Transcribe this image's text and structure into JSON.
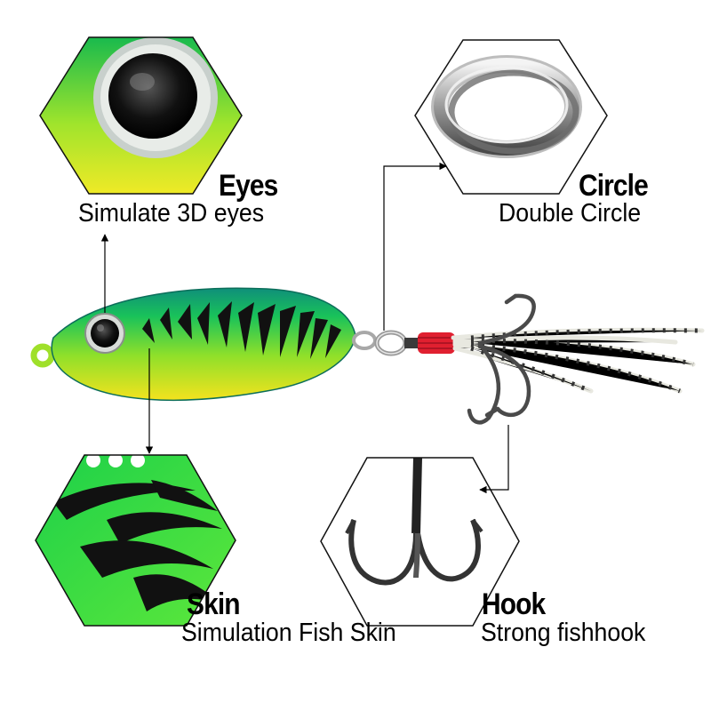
{
  "features": {
    "eyes": {
      "title": "Eyes",
      "description": "Simulate 3D eyes"
    },
    "circle": {
      "title": "Circle",
      "description": "Double Circle"
    },
    "skin": {
      "title": "Skin",
      "description": "Simulation Fish Skin"
    },
    "hook": {
      "title": "Hook",
      "description": "Strong fishhook"
    }
  },
  "colors": {
    "lure_green": "#1fc25a",
    "lure_yellow": "#e9ee2c",
    "stripe_black": "#111111",
    "thread_red": "#e02030"
  }
}
